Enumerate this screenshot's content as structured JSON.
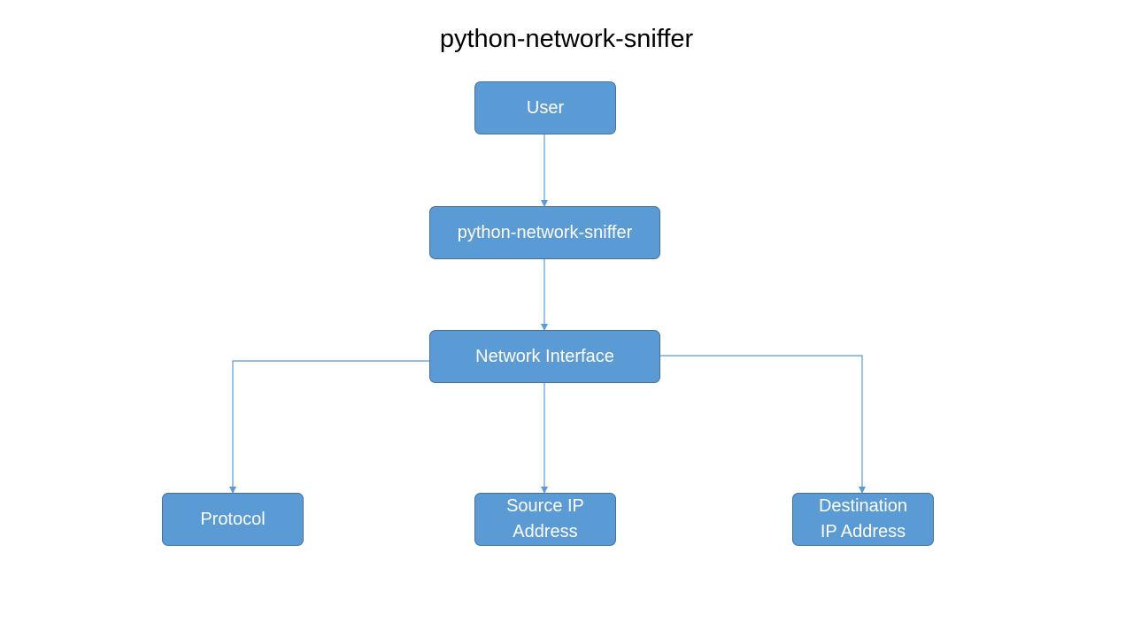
{
  "title": "python-network-sniffer",
  "nodes": {
    "user": "User",
    "sniffer": "python-network-sniffer",
    "interface": "Network Interface",
    "protocol": "Protocol",
    "source_ip": "Source IP\nAddress",
    "destination_ip": "Destination\nIP Address"
  },
  "edges": [
    {
      "from": "User",
      "to": "python-network-sniffer"
    },
    {
      "from": "python-network-sniffer",
      "to": "Network Interface"
    },
    {
      "from": "Network Interface",
      "to": "Protocol"
    },
    {
      "from": "Network Interface",
      "to": "Source IP\nAddress"
    },
    {
      "from": "Network Interface",
      "to": "Destination\nIP Address"
    }
  ],
  "colors": {
    "box_fill": "#5b9bd5",
    "box_border": "#41719c",
    "connector": "#5b9bd5",
    "box_text": "#ffffff"
  }
}
